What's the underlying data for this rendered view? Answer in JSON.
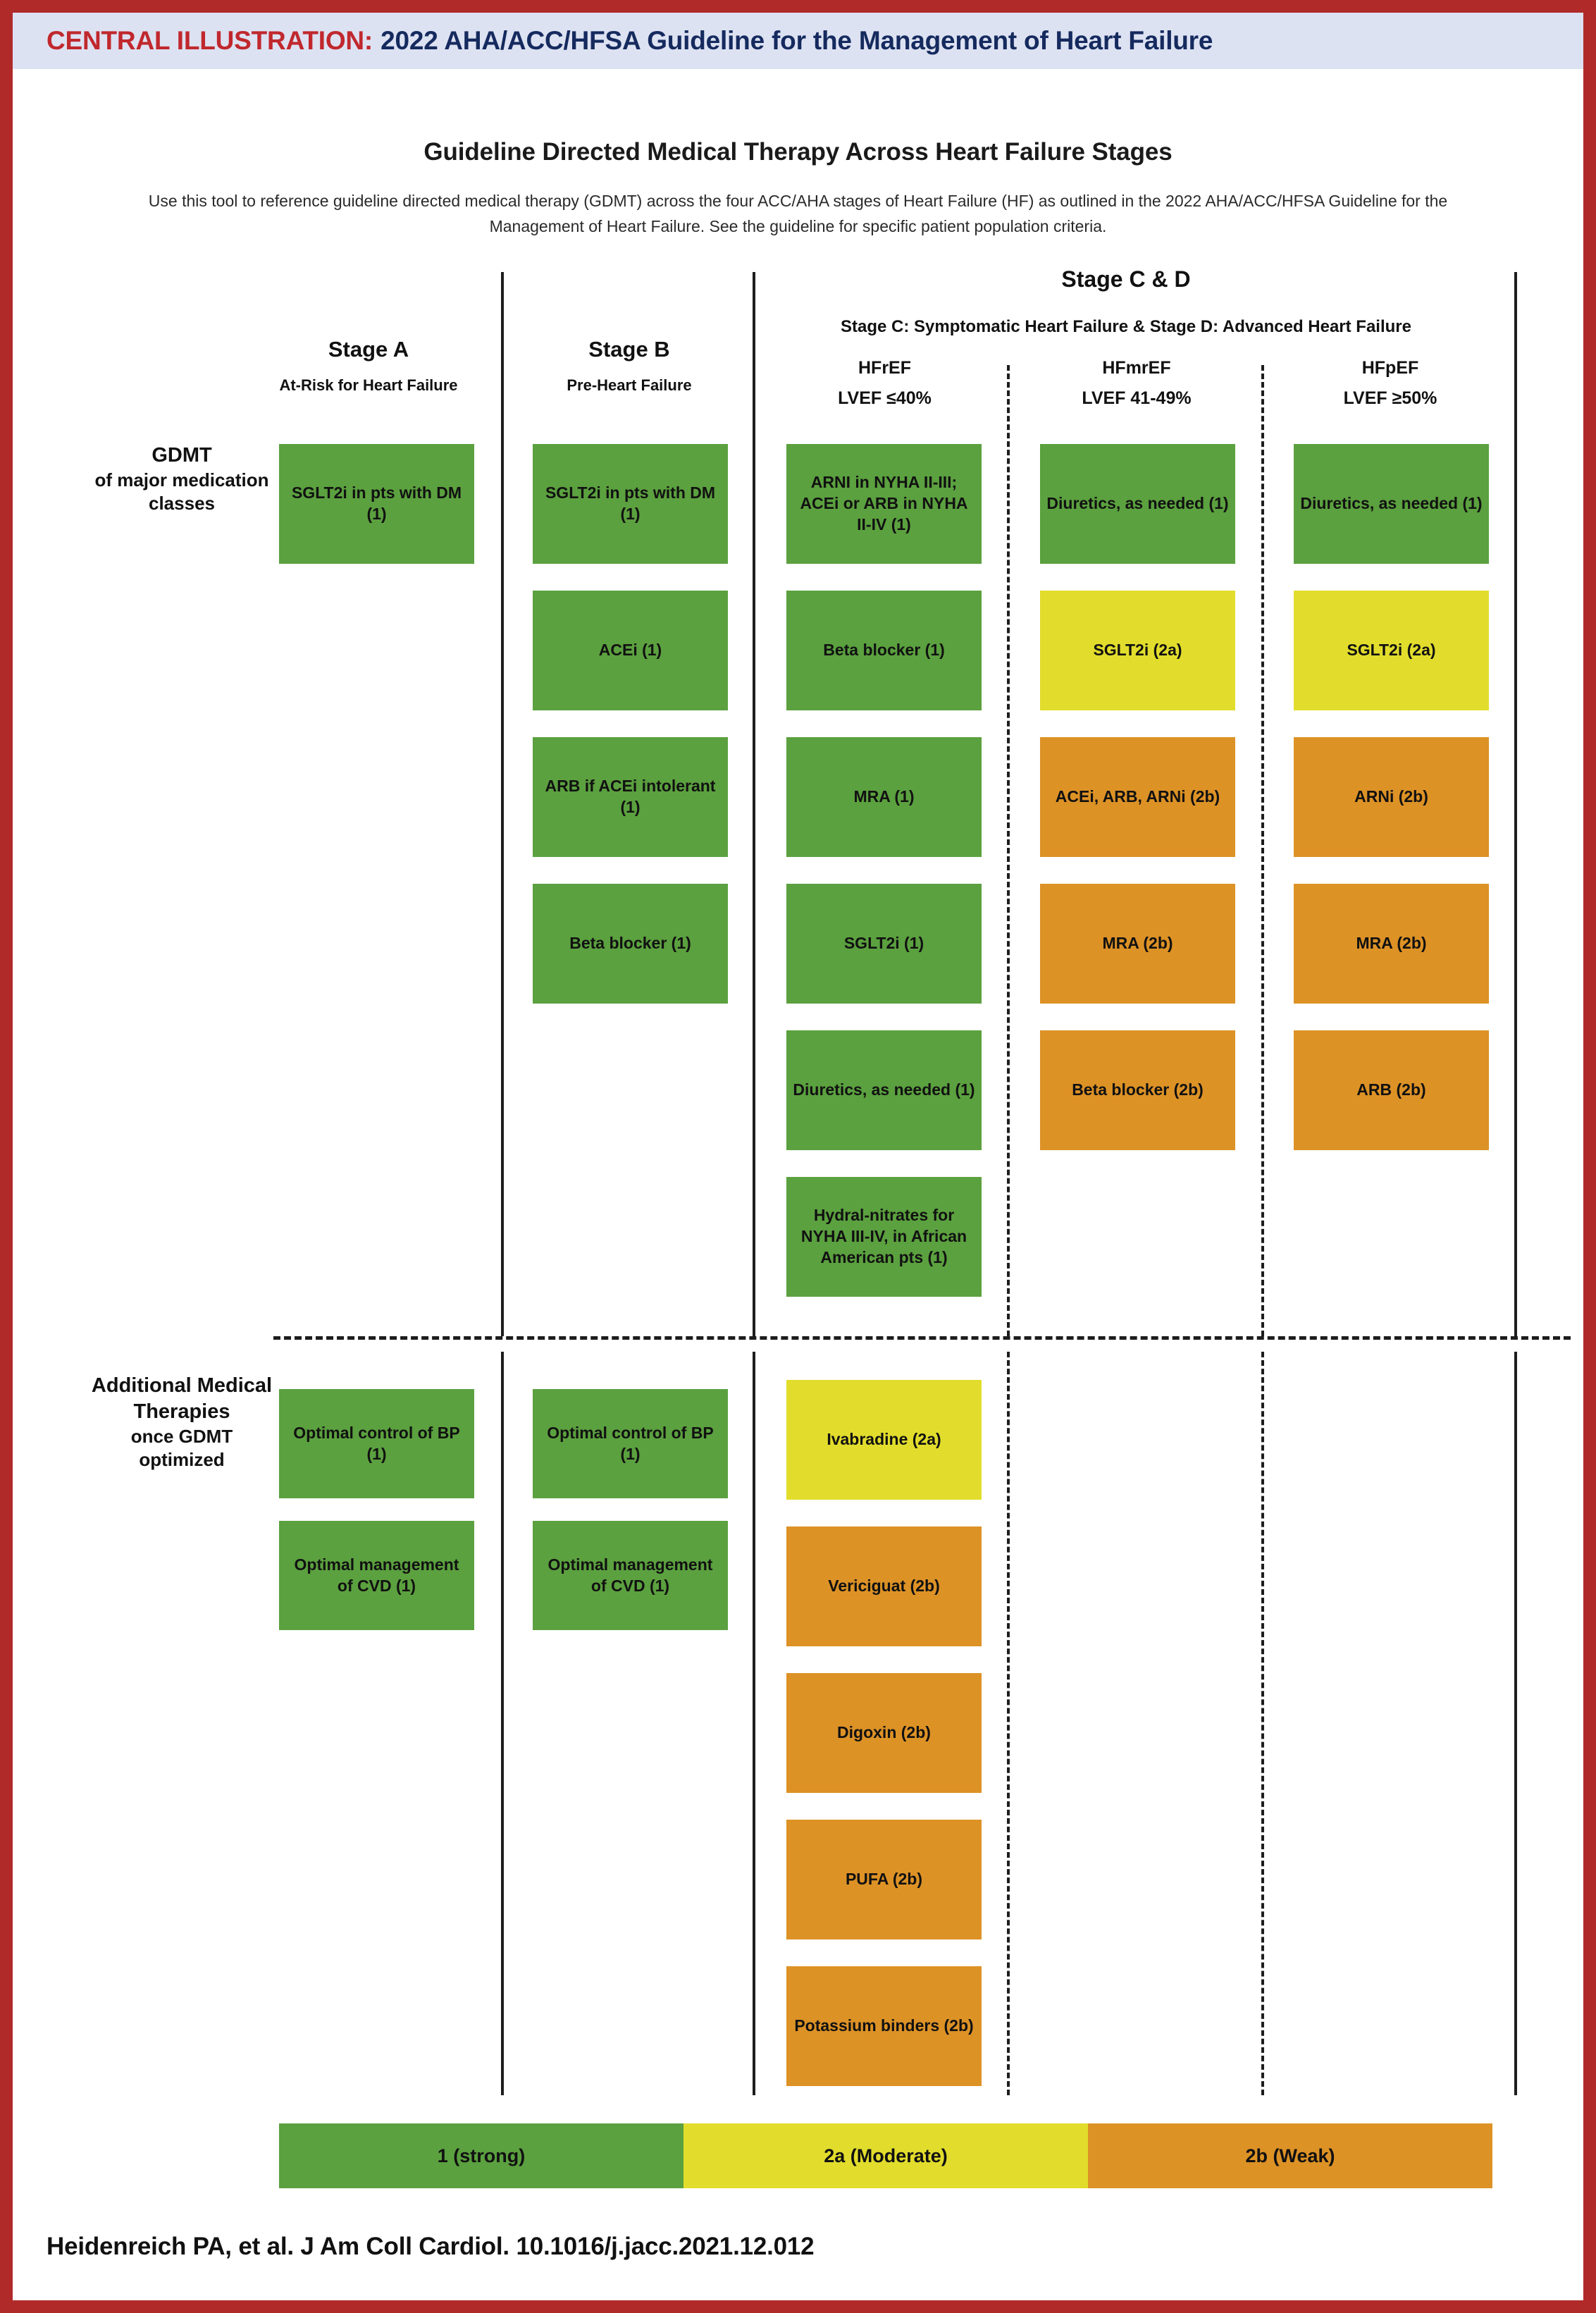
{
  "banner": {
    "prefix": "CENTRAL ILLUSTRATION:",
    "title": "2022 AHA/ACC/HFSA Guideline for the Management of Heart Failure",
    "prefix_color": "#c0282d",
    "title_color": "#152a5e",
    "background": "#dde2f2"
  },
  "page": {
    "border_color": "#b02a2a",
    "title": "Guideline Directed Medical Therapy Across Heart Failure Stages",
    "description": "Use this tool to reference guideline directed medical therapy (GDMT) across the four ACC/AHA stages of Heart Failure (HF) as outlined in the 2022 AHA/ACC/HFSA Guideline for the Management of Heart Failure. See the guideline for specific patient population criteria."
  },
  "colors": {
    "class1": "#5ba13f",
    "class2a": "#e2dd2c",
    "class2b": "#dd9226"
  },
  "group_header": {
    "title": "Stage C & D",
    "subtitle": "Stage C: Symptomatic Heart Failure & Stage D: Advanced Heart Failure"
  },
  "columns": [
    {
      "id": "stage-a",
      "name": "Stage A",
      "sub": "At-Risk for Heart Failure"
    },
    {
      "id": "stage-b",
      "name": "Stage B",
      "sub": "Pre-Heart Failure"
    },
    {
      "id": "hfref",
      "name": "HFrEF",
      "sub": "LVEF ≤40%"
    },
    {
      "id": "hfmref",
      "name": "HFmrEF",
      "sub": "LVEF 41-49%"
    },
    {
      "id": "hfpef",
      "name": "HFpEF",
      "sub": "LVEF ≥50%"
    }
  ],
  "rows": [
    {
      "id": "gdmt",
      "label_line1": "GDMT",
      "label_line2": "of major medication classes"
    },
    {
      "id": "additional",
      "label_line1": "Additional Medical Therapies",
      "label_line2": "once GDMT optimized"
    }
  ],
  "gdmt": {
    "stage_a": [
      {
        "text": "SGLT2i in pts with DM (1)",
        "class": "1"
      }
    ],
    "stage_b": [
      {
        "text": "SGLT2i in pts with DM (1)",
        "class": "1"
      },
      {
        "text": "ACEi (1)",
        "class": "1"
      },
      {
        "text": "ARB if ACEi intolerant (1)",
        "class": "1"
      },
      {
        "text": "Beta blocker (1)",
        "class": "1"
      }
    ],
    "hfref": [
      {
        "text": "ARNI in NYHA II-III; ACEi or ARB in NYHA II-IV (1)",
        "class": "1"
      },
      {
        "text": "Beta blocker (1)",
        "class": "1"
      },
      {
        "text": "MRA (1)",
        "class": "1"
      },
      {
        "text": "SGLT2i (1)",
        "class": "1"
      },
      {
        "text": "Diuretics, as needed (1)",
        "class": "1"
      },
      {
        "text": "Hydral-nitrates for NYHA III-IV, in African American pts (1)",
        "class": "1"
      }
    ],
    "hfmref": [
      {
        "text": "Diuretics, as needed (1)",
        "class": "1"
      },
      {
        "text": "SGLT2i (2a)",
        "class": "2a"
      },
      {
        "text": "ACEi, ARB, ARNi (2b)",
        "class": "2b"
      },
      {
        "text": "MRA (2b)",
        "class": "2b"
      },
      {
        "text": "Beta blocker (2b)",
        "class": "2b"
      }
    ],
    "hfpef": [
      {
        "text": "Diuretics, as needed (1)",
        "class": "1"
      },
      {
        "text": "SGLT2i (2a)",
        "class": "2a"
      },
      {
        "text": "ARNi (2b)",
        "class": "2b"
      },
      {
        "text": "MRA (2b)",
        "class": "2b"
      },
      {
        "text": "ARB (2b)",
        "class": "2b"
      }
    ]
  },
  "additional": {
    "stage_a": [
      {
        "text": "Optimal control of BP (1)",
        "class": "1"
      },
      {
        "text": "Optimal management of CVD (1)",
        "class": "1"
      }
    ],
    "stage_b": [
      {
        "text": "Optimal control of BP (1)",
        "class": "1"
      },
      {
        "text": "Optimal management of CVD (1)",
        "class": "1"
      }
    ],
    "hfref": [
      {
        "text": "Ivabradine (2a)",
        "class": "2a"
      },
      {
        "text": "Vericiguat (2b)",
        "class": "2b"
      },
      {
        "text": "Digoxin (2b)",
        "class": "2b"
      },
      {
        "text": "PUFA (2b)",
        "class": "2b"
      },
      {
        "text": "Potassium binders (2b)",
        "class": "2b"
      }
    ],
    "hfmref": [],
    "hfpef": []
  },
  "legend": [
    {
      "label": "1 (strong)",
      "class": "1"
    },
    {
      "label": "2a (Moderate)",
      "class": "2a"
    },
    {
      "label": "2b (Weak)",
      "class": "2b"
    }
  ],
  "footer": {
    "citation": "Heidenreich PA, et al. J Am Coll Cardiol. 10.1016/j.jacc.2021.12.012"
  }
}
